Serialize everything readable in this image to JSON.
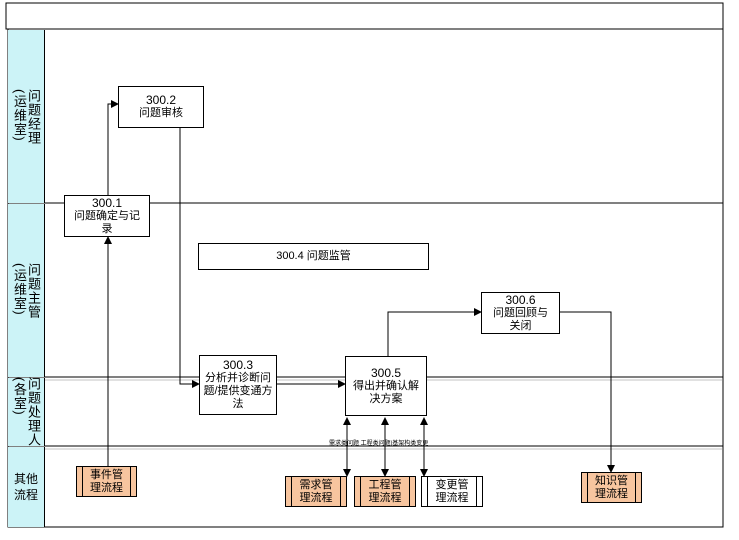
{
  "lanes": [
    {
      "id": "problem-manager",
      "label": "问题经理\n(运维室)"
    },
    {
      "id": "problem-supervisor",
      "label": "问题主管\n(运维室)"
    },
    {
      "id": "problem-handler",
      "label": "问题处理人\n(各室)"
    },
    {
      "id": "other-processes",
      "label": "其他\n流程"
    }
  ],
  "nodes": {
    "n3001": {
      "num": "300.1",
      "text": "问题确定与记\n录"
    },
    "n3002": {
      "num": "300.2",
      "text": "问题审核"
    },
    "n3003": {
      "num": "300.3",
      "text": "分析并诊断问\n题/提供变通方\n法"
    },
    "n3004": {
      "num": "",
      "text": "300.4 问题监管"
    },
    "n3005": {
      "num": "300.5",
      "text": "得出并确认解\n决方案"
    },
    "n3006": {
      "num": "300.6",
      "text": "问题回顾与\n关闭"
    }
  },
  "external": {
    "incident": "事件管\n理流程",
    "demand": "需求管\n理流程",
    "engineering": "工程管\n理流程",
    "change": "变更管\n理流程",
    "knowledge": "知识管\n理流程"
  },
  "arrow_note": "需求类问题 工程类问题|基架构类变更",
  "colors": {
    "lane_label_bg": "#ccf3f7",
    "external_bg": "#f7c59f",
    "line": "#000000"
  }
}
